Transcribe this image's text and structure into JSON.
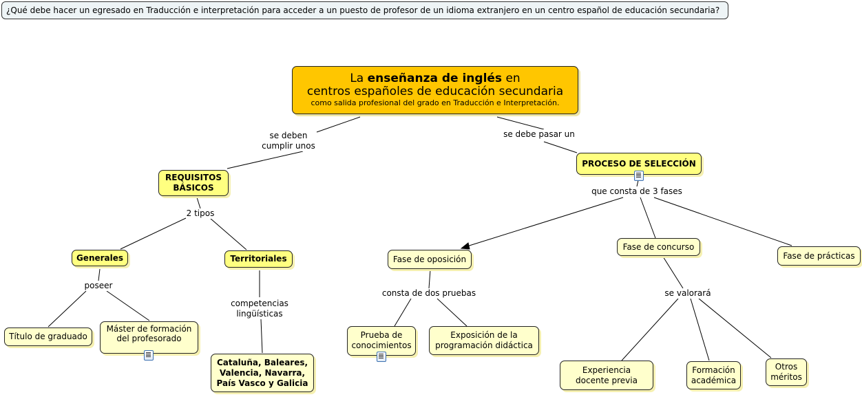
{
  "question": "¿Qué debe hacer un egresado en Traducción e interpretación para acceder a un puesto de profesor de un idioma extranjero en un centro español de educación secundaria?",
  "main": {
    "line1_pre": "La ",
    "line1_bold": "enseñanza de inglés",
    "line1_post": " en",
    "line2": "centros españoles de educación secundaria",
    "line3": "como salida profesional del grado en Traducción e Interpretación."
  },
  "nodes": {
    "requisitos": "REQUISITOS BÁSICOS",
    "proceso": "PROCESO DE SELECCIÓN",
    "generales": "Generales",
    "territoriales": "Territoriales",
    "titulo": "Título de graduado",
    "master": "Máster de formación del profesorado",
    "comunidades": "Cataluña, Baleares, Valencia, Navarra, País Vasco y Galicia",
    "oposicion": "Fase de oposición",
    "concurso": "Fase de concurso",
    "practicas": "Fase de prácticas",
    "prueba": "Prueba de conocimientos",
    "exposicion": "Exposición de la programación didáctica",
    "experiencia": "Experiencia docente previa",
    "formacion": "Formación académica",
    "otros": "Otros méritos"
  },
  "links": {
    "cumplir": "se deben cumplir unos",
    "pasar": "se debe pasar un",
    "tipos": "2 tipos",
    "poseer": "poseer",
    "competencias": "competencias lingüísticas",
    "fases": "que consta de 3 fases",
    "pruebas": "consta de dos pruebas",
    "valorara": "se valorará"
  }
}
